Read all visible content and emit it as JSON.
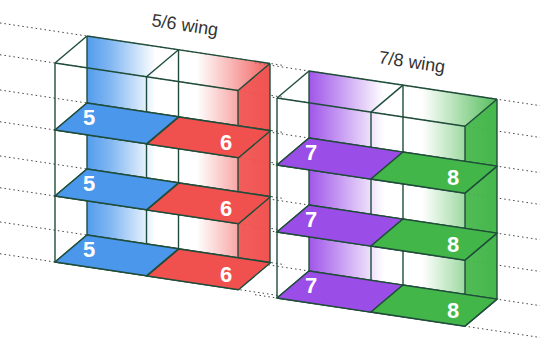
{
  "diagram": {
    "nodes": [
      {
        "text": [
          "5/6 wing"
        ]
      },
      {
        "text": [
          "5"
        ],
        "in": 0
      },
      {
        "text": [
          "6"
        ],
        "in": 0
      },
      {
        "text": [
          "5"
        ],
        "in": 0
      },
      {
        "text": [
          "6"
        ],
        "in": 0
      },
      {
        "text": [
          "5"
        ],
        "in": 0
      },
      {
        "text": [
          "6"
        ],
        "in": 0
      },
      {
        "text": [
          "7/8 wing"
        ]
      },
      {
        "text": [
          "7"
        ],
        "in": 7
      },
      {
        "text": [
          "8"
        ],
        "in": 7
      },
      {
        "text": [
          "7"
        ],
        "in": 7
      },
      {
        "text": [
          "8"
        ],
        "in": 7
      },
      {
        "text": [
          "7"
        ],
        "in": 7
      },
      {
        "text": [
          "8"
        ],
        "in": 7
      }
    ]
  }
}
